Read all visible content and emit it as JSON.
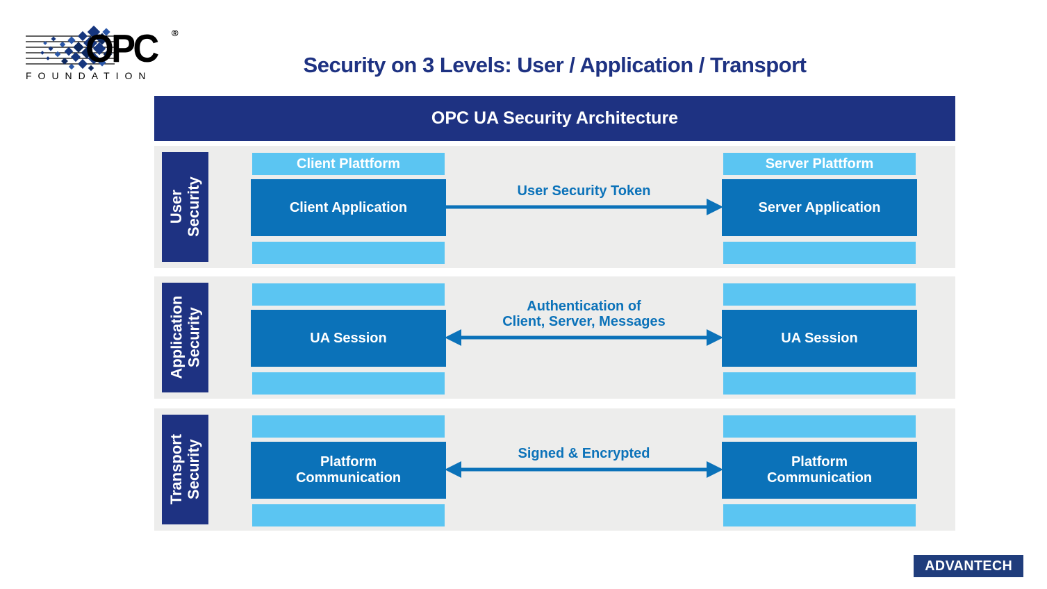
{
  "page": {
    "title": "Security on 3 Levels: User / Application / Transport",
    "banner": "OPC UA Security Architecture"
  },
  "logos": {
    "opc": {
      "text": "OPC",
      "registered": "®",
      "subtext": "FOUNDATION"
    },
    "advantech": {
      "text": "ADVANTECH"
    }
  },
  "colors": {
    "navy": "#1e3282",
    "light_blue": "#5bc5f2",
    "mid_blue": "#0b72b9",
    "row_gray": "#ededec",
    "advantech_navy": "#203d7c"
  },
  "rows": [
    {
      "label": "User\nSecurity",
      "left": {
        "top_bar": "Client Plattform",
        "box": "Client Application",
        "bottom_bar": ""
      },
      "right": {
        "top_bar": "Server Plattform",
        "box": "Server Application",
        "bottom_bar": ""
      },
      "arrow": {
        "label": "User Security Token",
        "direction": "right"
      }
    },
    {
      "label": "Application\nSecurity",
      "left": {
        "top_bar": "",
        "box": "UA Session",
        "bottom_bar": ""
      },
      "right": {
        "top_bar": "",
        "box": "UA Session",
        "bottom_bar": ""
      },
      "arrow": {
        "label": "Authentication of\nClient, Server, Messages",
        "direction": "both"
      }
    },
    {
      "label": "Transport\nSecurity",
      "left": {
        "top_bar": "",
        "box": "Platform\nCommunication",
        "bottom_bar": ""
      },
      "right": {
        "top_bar": "",
        "box": "Platform\nCommunication",
        "bottom_bar": ""
      },
      "arrow": {
        "label": "Signed & Encrypted",
        "direction": "both"
      }
    }
  ]
}
